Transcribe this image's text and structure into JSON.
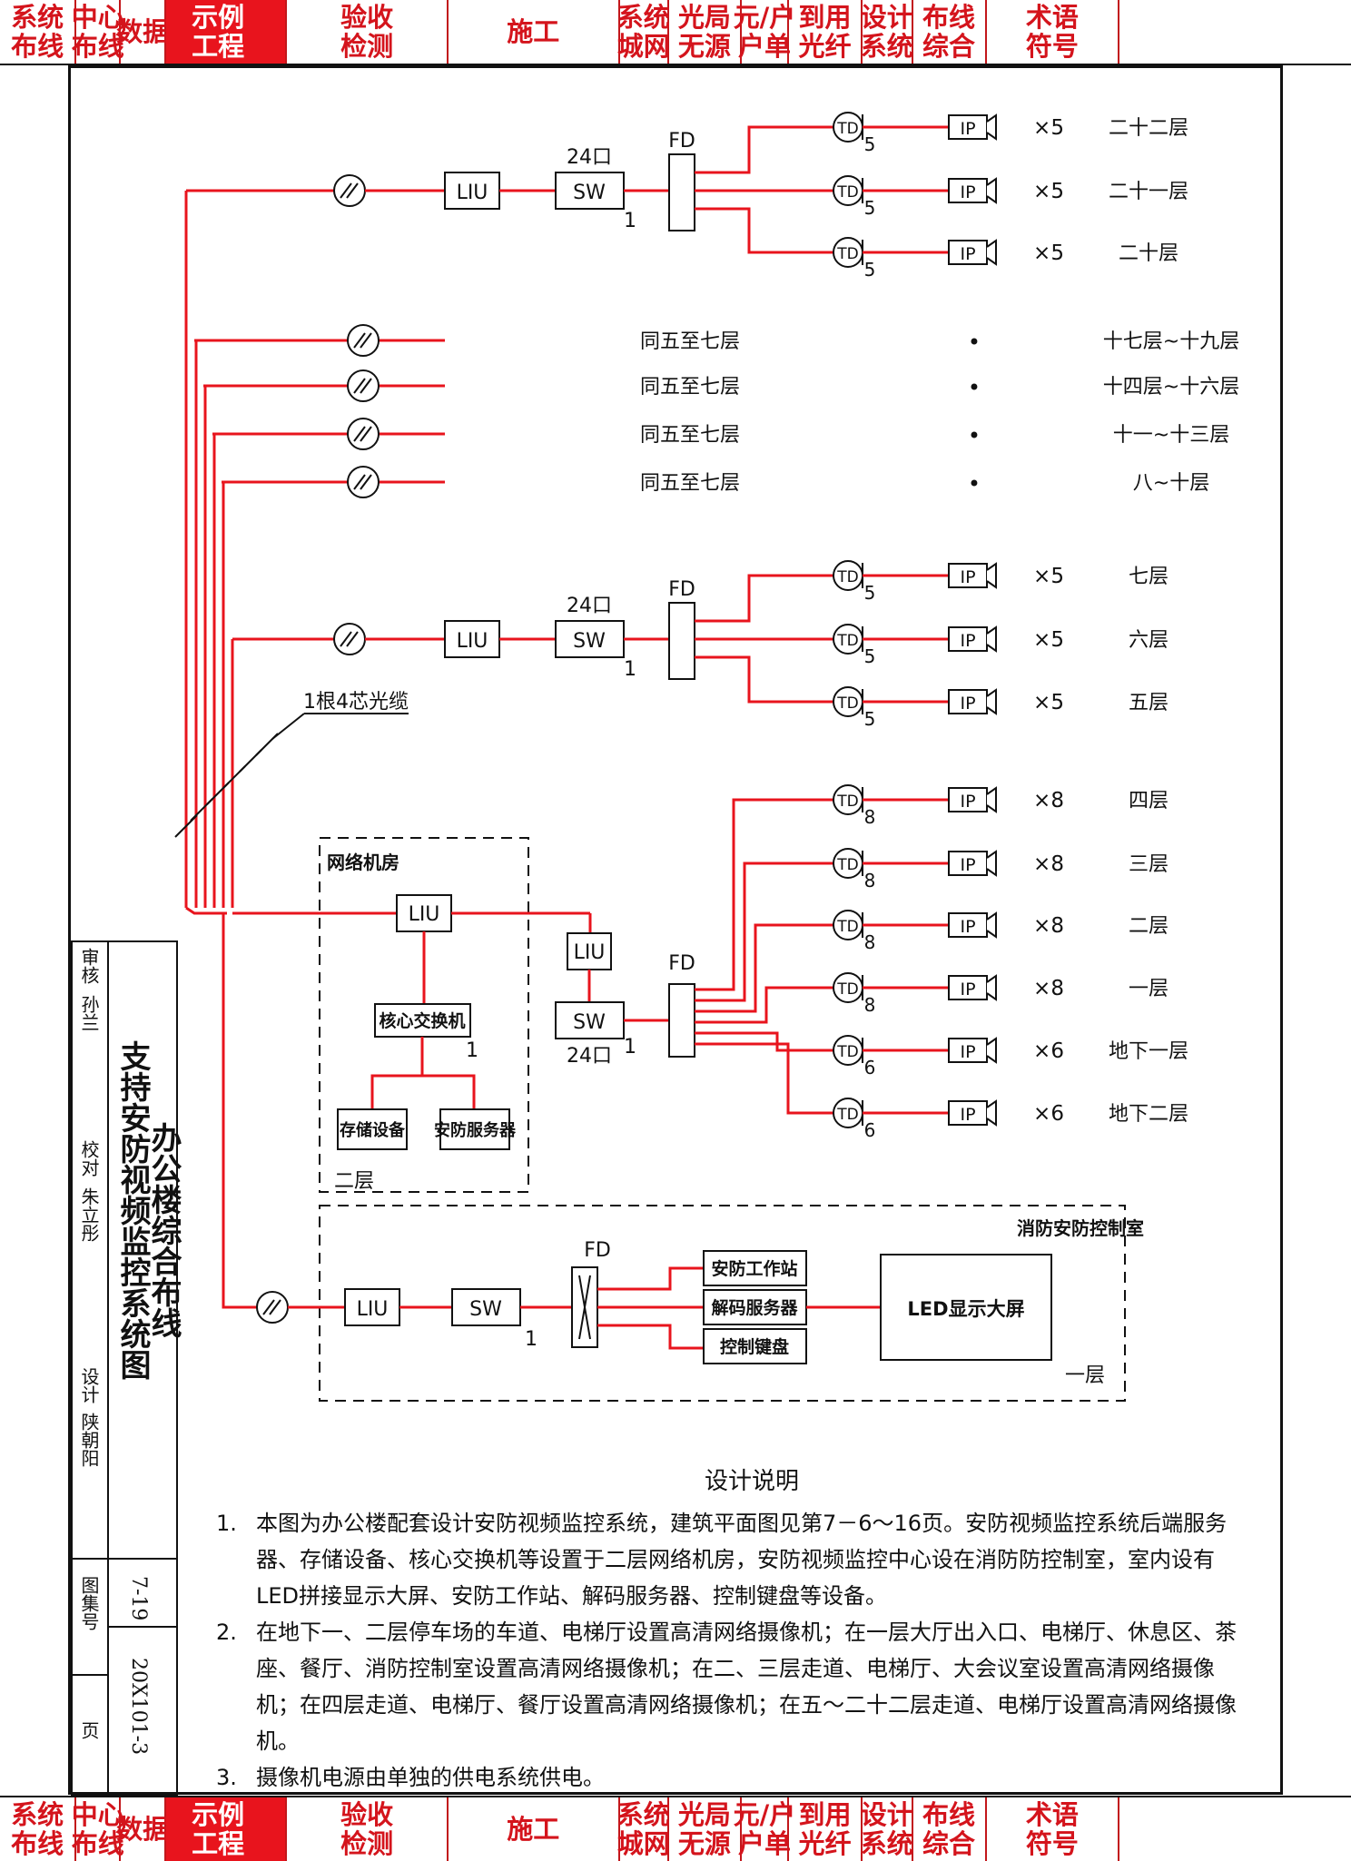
{
  "nav_tabs": [
    {
      "label": "系统\n布线",
      "width": 76
    },
    {
      "label": "中心\n布线",
      "width": 44
    },
    {
      "label": "数据",
      "width": 45
    },
    {
      "label": "示例\n工程",
      "width": 120,
      "active": true
    },
    {
      "label": "验收\n检测",
      "width": 160
    },
    {
      "label": "施工",
      "width": 170
    },
    {
      "label": "系统\n城网",
      "width": 49
    },
    {
      "label": "光局\n无源",
      "width": 72
    },
    {
      "label": "元/户\n户单",
      "width": 47
    },
    {
      "label": "到用\n光纤",
      "width": 73
    },
    {
      "label": "设计\n系统",
      "width": 50
    },
    {
      "label": "布线\n综合",
      "width": 73
    },
    {
      "label": "术语\n符号",
      "width": 132
    }
  ],
  "diagram": {
    "floor_groups": [
      {
        "switch_label": "SW",
        "ports": "24口",
        "fd": "FD",
        "port_num": "1",
        "liu": "LIU",
        "rows": [
          {
            "td": "TD",
            "count": "5",
            "ip": "IP",
            "mult": "×5",
            "floor": "二十二层"
          },
          {
            "td": "TD",
            "count": "5",
            "ip": "IP",
            "mult": "×5",
            "floor": "二十一层"
          },
          {
            "td": "TD",
            "count": "5",
            "ip": "IP",
            "mult": "×5",
            "floor": "二十层"
          }
        ]
      },
      {
        "switch_label": "SW",
        "ports": "24口",
        "fd": "FD",
        "port_num": "1",
        "liu": "LIU",
        "rows": [
          {
            "td": "TD",
            "count": "5",
            "ip": "IP",
            "mult": "×5",
            "floor": "七层"
          },
          {
            "td": "TD",
            "count": "5",
            "ip": "IP",
            "mult": "×5",
            "floor": "六层"
          },
          {
            "td": "TD",
            "count": "5",
            "ip": "IP",
            "mult": "×5",
            "floor": "五层"
          }
        ]
      },
      {
        "switch_label": "SW",
        "ports": "24口",
        "fd": "FD",
        "port_num": "1",
        "liu": "LIU",
        "rows": [
          {
            "td": "TD",
            "count": "8",
            "ip": "IP",
            "mult": "×8",
            "floor": "四层"
          },
          {
            "td": "TD",
            "count": "8",
            "ip": "IP",
            "mult": "×8",
            "floor": "三层"
          },
          {
            "td": "TD",
            "count": "8",
            "ip": "IP",
            "mult": "×8",
            "floor": "二层"
          },
          {
            "td": "TD",
            "count": "8",
            "ip": "IP",
            "mult": "×8",
            "floor": "一层"
          },
          {
            "td": "TD",
            "count": "6",
            "ip": "IP",
            "mult": "×6",
            "floor": "地下一层"
          },
          {
            "td": "TD",
            "count": "6",
            "ip": "IP",
            "mult": "×6",
            "floor": "地下二层"
          }
        ]
      }
    ],
    "same_as_rows": [
      {
        "text": "同五至七层",
        "dot": "•",
        "floor": "十七层~十九层"
      },
      {
        "text": "同五至七层",
        "dot": "•",
        "floor": "十四层~十六层"
      },
      {
        "text": "同五至七层",
        "dot": "•",
        "floor": "十一~十三层"
      },
      {
        "text": "同五至七层",
        "dot": "•",
        "floor": "八~十层"
      }
    ],
    "cable_label": "1根4芯光缆",
    "network_room": {
      "title": "网络机房",
      "liu": "LIU",
      "core_switch": "核心交换机",
      "core_port": "1",
      "storage": "存储设备",
      "security_server": "安防服务器",
      "floor": "二层"
    },
    "control_room": {
      "title": "消防安防控制室",
      "liu": "LIU",
      "sw": "SW",
      "sw_port": "1",
      "fd": "FD",
      "workstation": "安防工作站",
      "decoder": "解码服务器",
      "keyboard": "控制键盘",
      "led": "LED显示大屏",
      "floor": "一层"
    },
    "line_color": "#e8141d"
  },
  "notes": {
    "title": "设计说明",
    "items": [
      {
        "num": "1.",
        "text": "本图为办公楼配套设计安防视频监控系统，建筑平面图见第7－6～16页。安防视频监控系统后端服务器、存储设备、核心交换机等设置于二层网络机房，安防视频监控中心设在消防防控制室，室内设有LED拼接显示大屏、安防工作站、解码服务器、控制键盘等设备。"
      },
      {
        "num": "2.",
        "text": "在地下一、二层停车场的车道、电梯厅设置高清网络摄像机；在一层大厅出入口、电梯厅、休息区、茶座、餐厅、消防控制室设置高清网络摄像机；在二、三层走道、电梯厅、大会议室设置高清网络摄像机；在四层走道、电梯厅、餐厅设置高清网络摄像机；在五～二十二层走道、电梯厅设置高清网络摄像机。"
      },
      {
        "num": "3.",
        "text": "摄像机电源由单独的供电系统供电。"
      }
    ]
  },
  "title_block": {
    "drawing_title_1": "办公楼综合布线",
    "drawing_title_2": "支持安防视频监控系统图",
    "review_label": "审核",
    "reviewer": "孙兰",
    "check_label": "校对",
    "checker": "朱立彤",
    "design_label": "设计",
    "designer": "陕朝阳",
    "atlas_label": "图集号",
    "atlas_no": "20X101-3",
    "page_label": "页",
    "page_no": "7-19"
  }
}
